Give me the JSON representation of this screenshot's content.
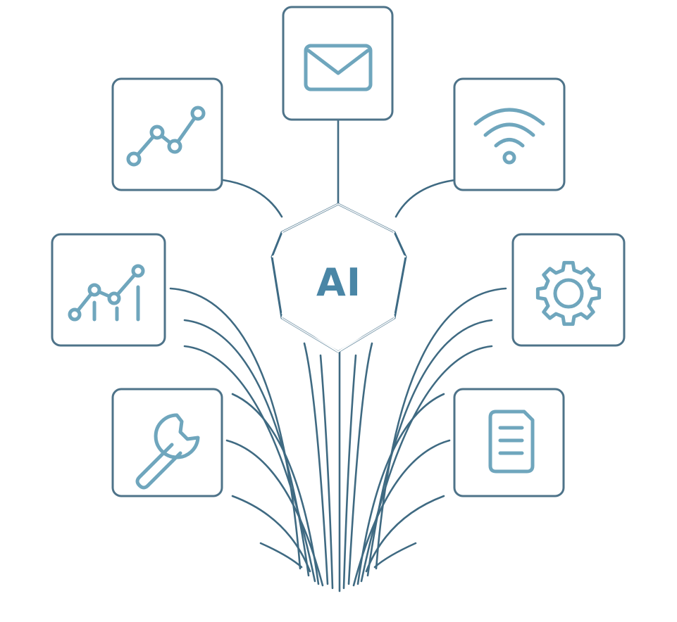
{
  "hub": {
    "label": "AI",
    "icon": "ai-polyhedron-icon"
  },
  "nodes": [
    {
      "id": "mail",
      "icon": "envelope-icon"
    },
    {
      "id": "trend",
      "icon": "line-chart-icon"
    },
    {
      "id": "wifi",
      "icon": "wifi-icon"
    },
    {
      "id": "analytics",
      "icon": "bar-line-chart-icon"
    },
    {
      "id": "settings",
      "icon": "gear-icon"
    },
    {
      "id": "tools",
      "icon": "wrench-icon"
    },
    {
      "id": "document",
      "icon": "document-icon"
    }
  ],
  "colors": {
    "box_stroke": "#4e7389",
    "icon_stroke": "#6fa6bd",
    "wire": "#3f6a82",
    "hub_fill_top": "#8cc3d6",
    "hub_fill_bottom": "#3f7d9d",
    "hub_text": "#4a86a6"
  }
}
